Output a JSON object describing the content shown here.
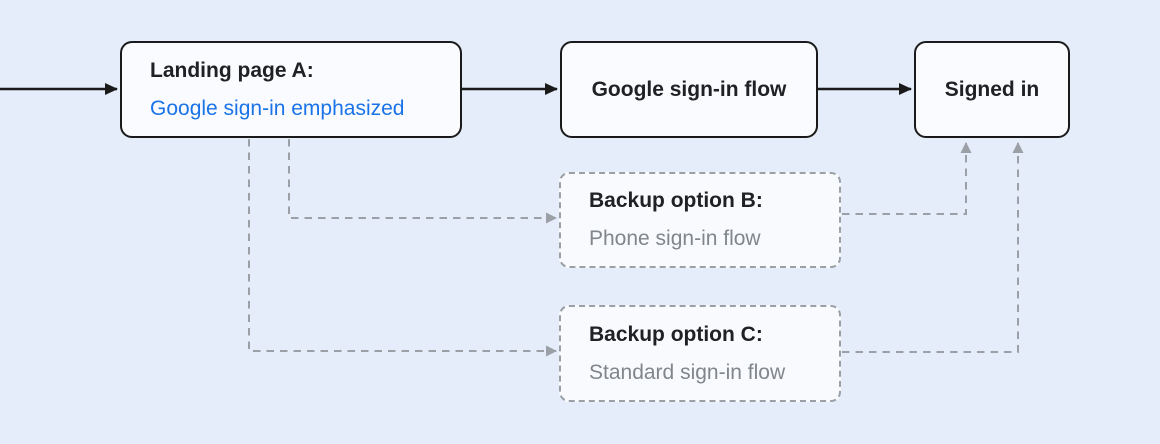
{
  "diagram": {
    "type": "flowchart",
    "background_color": "#e5ecfa",
    "node_fill_color": "#f9fbfe",
    "solid_border_color": "#1a1a1a",
    "dashed_border_color": "#9aa0a6",
    "accent_blue": "#1a73e8",
    "muted_gray": "#80868b",
    "nodes": {
      "landing_a": {
        "title": "Landing page A:",
        "subtitle": "Google sign-in emphasized",
        "border": "solid"
      },
      "google_flow": {
        "title": "Google sign-in flow",
        "border": "solid"
      },
      "signed_in": {
        "title": "Signed in",
        "border": "solid"
      },
      "backup_b": {
        "title": "Backup option B:",
        "subtitle": "Phone sign-in flow",
        "border": "dashed"
      },
      "backup_c": {
        "title": "Backup option C:",
        "subtitle": "Standard sign-in flow",
        "border": "dashed"
      }
    },
    "edges": [
      {
        "from": "start",
        "to": "landing_a",
        "style": "solid"
      },
      {
        "from": "landing_a",
        "to": "google_flow",
        "style": "solid"
      },
      {
        "from": "google_flow",
        "to": "signed_in",
        "style": "solid"
      },
      {
        "from": "landing_a",
        "to": "backup_b",
        "style": "dashed"
      },
      {
        "from": "landing_a",
        "to": "backup_c",
        "style": "dashed"
      },
      {
        "from": "backup_b",
        "to": "signed_in",
        "style": "dashed"
      },
      {
        "from": "backup_c",
        "to": "signed_in",
        "style": "dashed"
      }
    ]
  }
}
